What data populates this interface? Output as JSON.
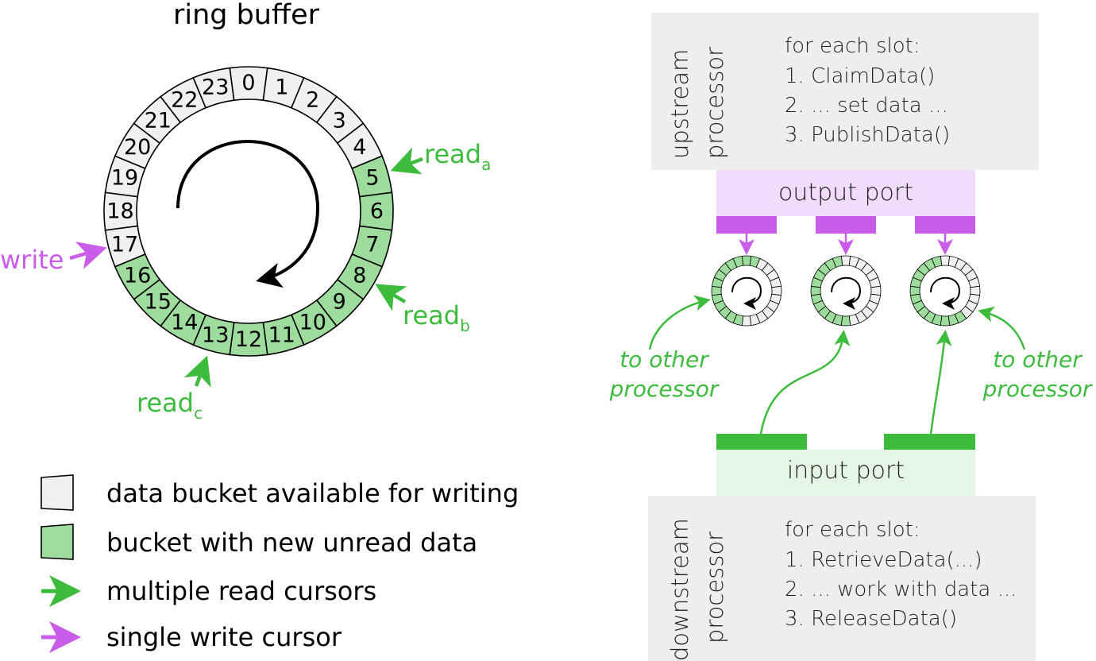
{
  "title": "ring buffer",
  "ring": {
    "slot_count": 24,
    "green_slots": [
      5,
      6,
      7,
      8,
      9,
      10,
      11,
      12,
      13,
      14,
      15,
      16
    ]
  },
  "cursors": {
    "write": "write",
    "read_a": "read",
    "read_a_sub": "a",
    "read_b": "read",
    "read_b_sub": "b",
    "read_c": "read",
    "read_c_sub": "c"
  },
  "legend": [
    {
      "label": "data bucket available for writing"
    },
    {
      "label": "bucket with new unread data"
    },
    {
      "label": "multiple read cursors"
    },
    {
      "label": "single write cursor"
    }
  ],
  "upstream": {
    "label_line1": "upstream",
    "label_line2": "processor",
    "code": [
      "for each slot:",
      "1. ClaimData()",
      "2. ... set data ...",
      "3. PublishData()"
    ]
  },
  "output_port": "output port",
  "input_port": "input port",
  "to_other_left": [
    "to other",
    "processor"
  ],
  "to_other_right": [
    "to other",
    "processor"
  ],
  "downstream": {
    "label_line1": "downstream",
    "label_line2": "processor",
    "code": [
      "for each slot:",
      "1. RetrieveData(...)",
      "2. ... work with data ...",
      "3. ReleaseData()"
    ]
  },
  "colors": {
    "green": "#3dbb3d",
    "green_fill": "#9ddc9c",
    "purple": "#c95ce8",
    "purple_port": "#f2dcfb",
    "green_port": "#e6f6e6",
    "gray_box": "#eeeeee"
  }
}
